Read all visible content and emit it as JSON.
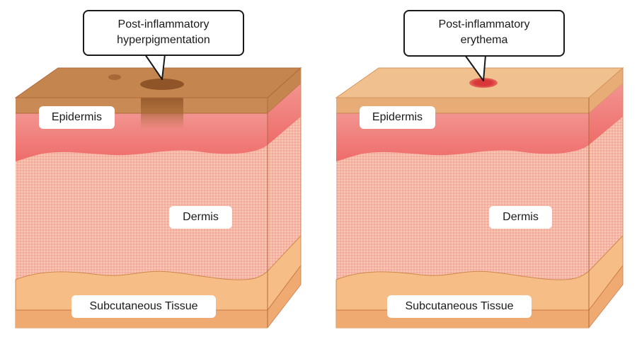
{
  "diagrams": [
    {
      "id": "left",
      "callout": {
        "line1": "Post-inflammatory",
        "line2": "hyperpigmentation"
      },
      "layers": {
        "epidermis": "Epidermis",
        "dermis": "Dermis",
        "subcutaneous": "Subcutaneous Tissue"
      },
      "colors": {
        "top_face": "#c4854e",
        "epidermis_band": "#c98a55",
        "spot": "#8f5427"
      }
    },
    {
      "id": "right",
      "callout": {
        "line1": "Post-inflammatory",
        "line2": "erythema"
      },
      "layers": {
        "epidermis": "Epidermis",
        "dermis": "Dermis",
        "subcutaneous": "Subcutaneous Tissue"
      },
      "colors": {
        "top_face": "#f0c08e",
        "epidermis_band": "#e8ad76",
        "spot": "#d63a3a"
      }
    }
  ],
  "palette": {
    "red_layer_top": "#f0908a",
    "red_layer_bottom": "#ee6f6b",
    "dermis": "#f6b5a6",
    "subcutaneous": "#f6bd86",
    "subcutaneous_dark": "#eeaa70",
    "edge": "#c06a3a"
  }
}
